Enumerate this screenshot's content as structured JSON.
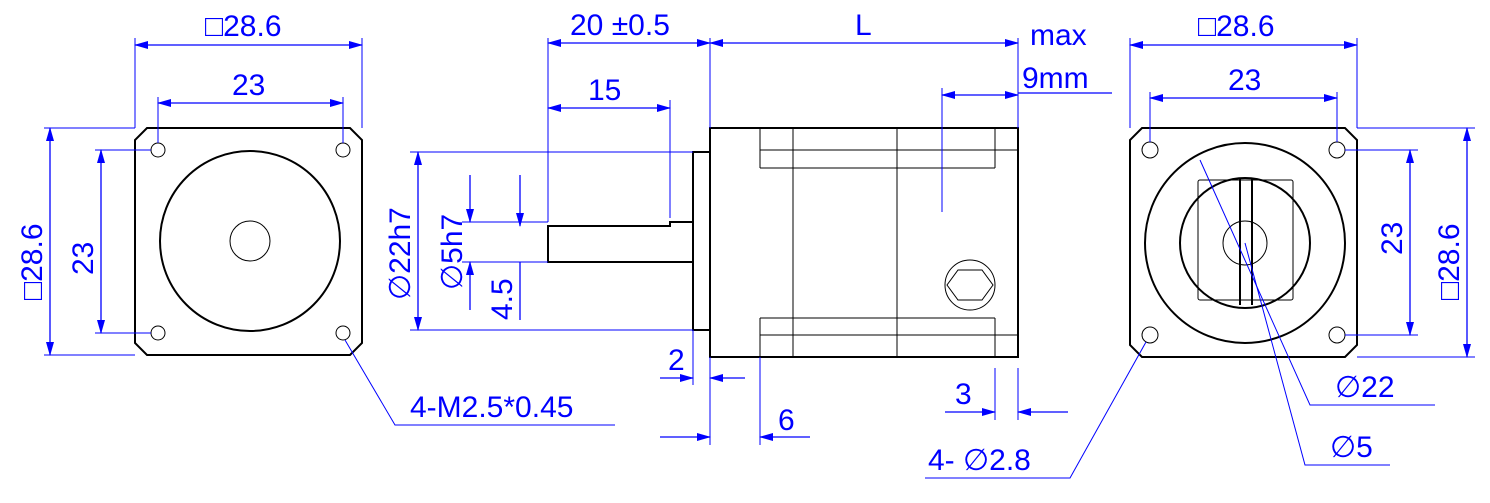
{
  "colors": {
    "dimension": "#0000ff",
    "outline": "#000000"
  },
  "front_view": {
    "square_top": "□28.6",
    "hole_pitch_top": "23",
    "square_left": "□28.6",
    "hole_pitch_left": "23",
    "thread_callout": "4-M2.5*0.45"
  },
  "side_view": {
    "shaft_len": "20 ±0.5",
    "body_len": "L",
    "max_label": "max",
    "max_value": "9mm",
    "shaft_flat": "15",
    "pilot_dia": "∅22h7",
    "shaft_dia": "∅5h7",
    "flat_depth": "4.5",
    "pilot_height": "2",
    "flange_thk": "6",
    "screw_offset": "3"
  },
  "rear_view": {
    "square_top": "□28.6",
    "hole_pitch_top": "23",
    "hole_pitch_right": "23",
    "square_right": "□28.6",
    "hole_callout": "4- ∅2.8",
    "bore_dia": "∅22",
    "shaft_dia": "∅5"
  }
}
